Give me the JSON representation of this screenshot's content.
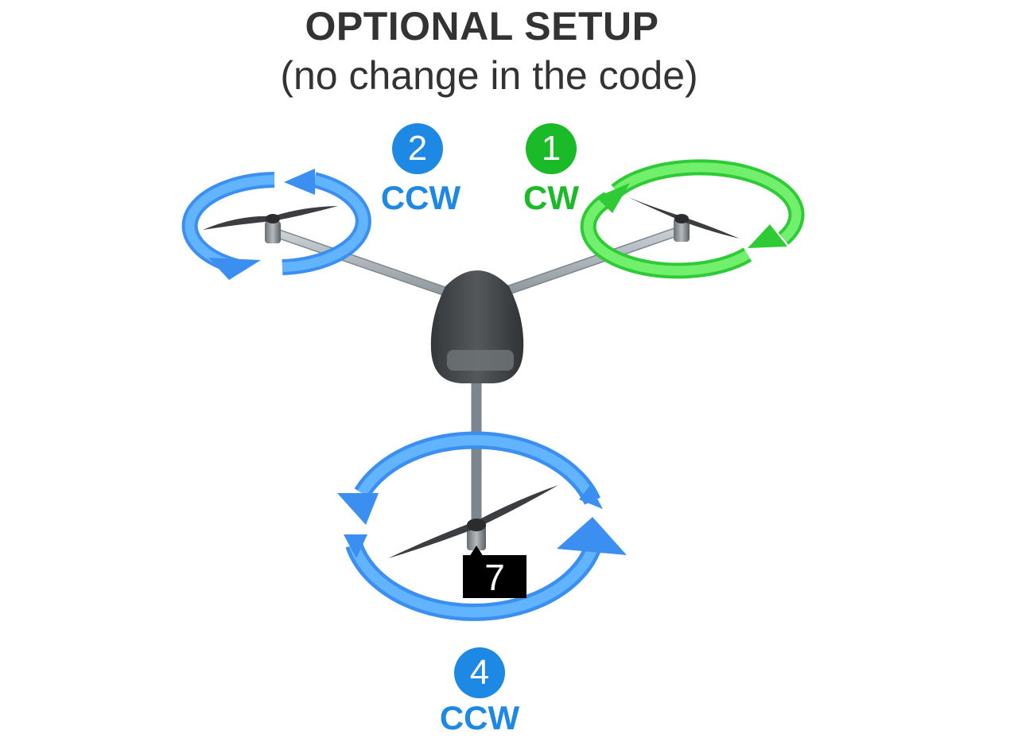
{
  "title": "OPTIONAL SETUP",
  "subtitle": "(no change in the code)",
  "colors": {
    "ccw": "#1e88e5",
    "cw": "#1aba28",
    "ccw_arrow": "#4aa8ff",
    "cw_arrow": "#55e655",
    "body": "#44474a",
    "arm": "#a9b2b8",
    "prop": "#3b3d40"
  },
  "motors": {
    "m2": {
      "number": "2",
      "direction": "CCW",
      "icon": "ccw-rotation-arrow"
    },
    "m1": {
      "number": "1",
      "direction": "CW",
      "icon": "cw-rotation-arrow"
    },
    "m4": {
      "number": "4",
      "direction": "CCW",
      "icon": "ccw-rotation-arrow",
      "pin": "7"
    }
  }
}
